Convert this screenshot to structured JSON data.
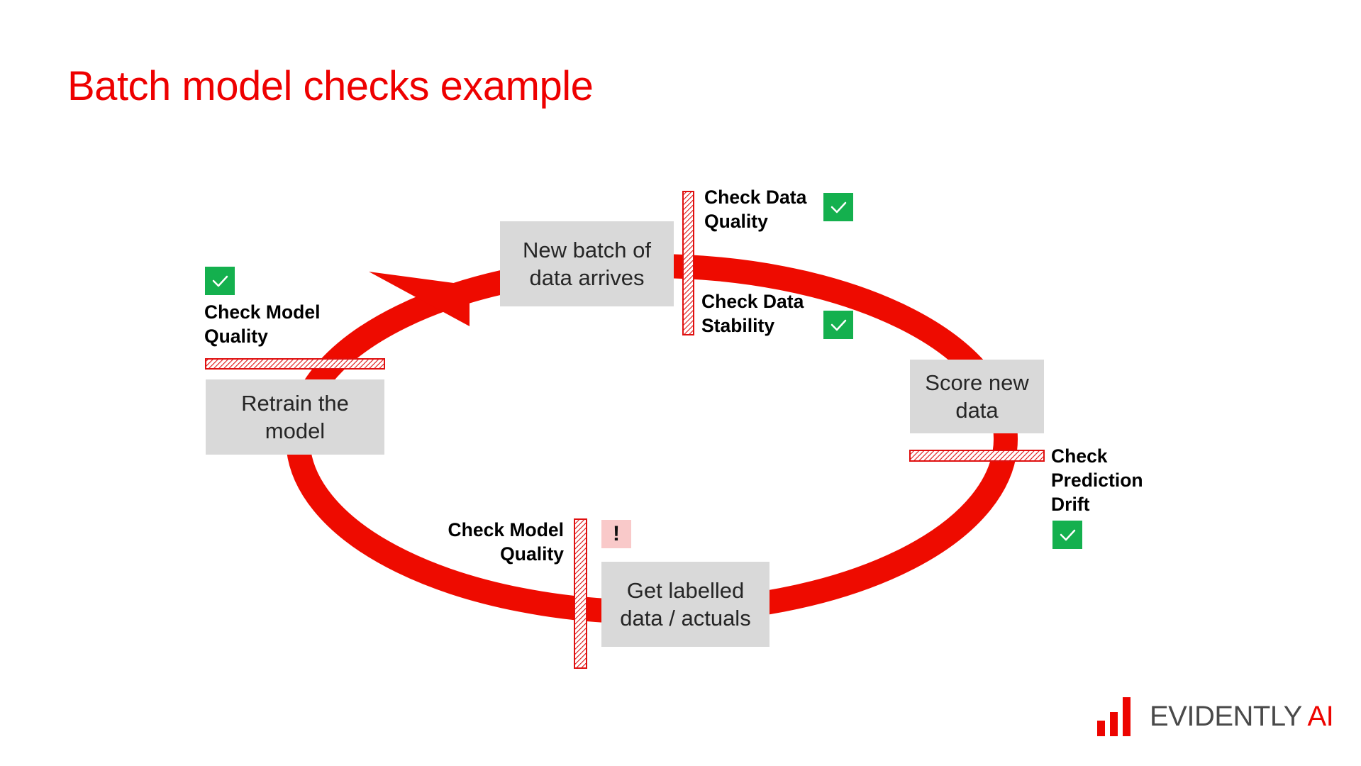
{
  "title": "Batch model checks example",
  "colors": {
    "accent": "#ee0000",
    "box": "#d9d9d9",
    "check": "#14b04e",
    "alert": "#f9c9c9"
  },
  "steps": {
    "new_batch": "New batch of\ndata arrives",
    "score": "Score new\ndata",
    "labelled": "Get labelled\ndata / actuals",
    "retrain": "Retrain the\nmodel"
  },
  "checks": {
    "data_quality": {
      "label": "Check Data\nQuality",
      "status": "check-icon"
    },
    "data_stability": {
      "label": "Check Data\nStability",
      "status": "check-icon"
    },
    "prediction_drift": {
      "label": "Check\nPrediction\nDrift",
      "status": "check-icon"
    },
    "model_quality_labels": {
      "label": "Check Model\nQuality",
      "status": "alert",
      "alert_text": "!"
    },
    "model_quality_retrain": {
      "label": "Check Model\nQuality",
      "status": "check-icon"
    }
  },
  "brand": {
    "name": "EVIDENTLY",
    "suffix": " AI"
  }
}
